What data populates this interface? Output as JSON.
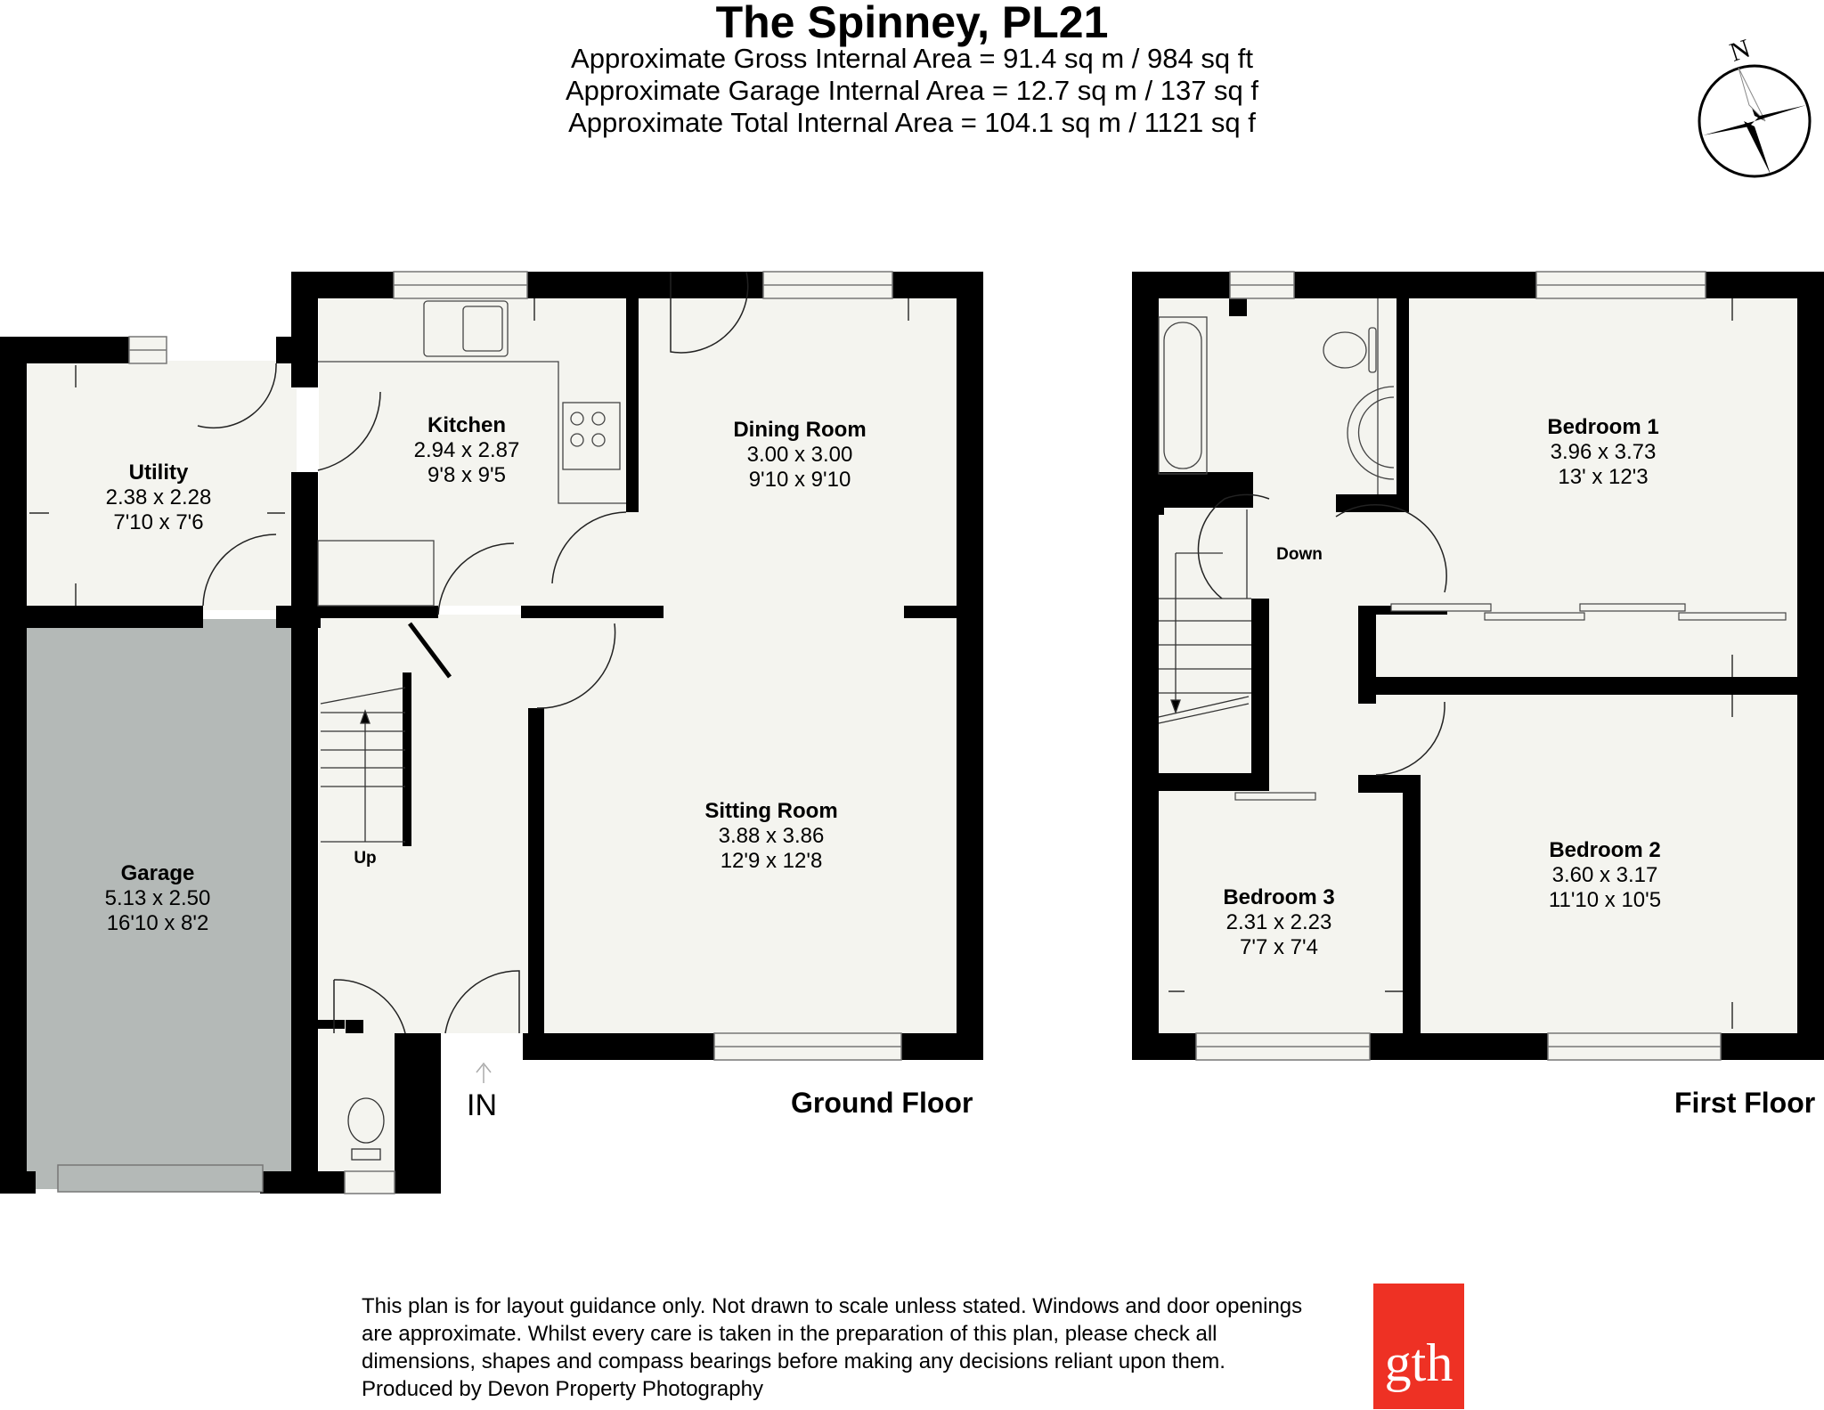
{
  "header": {
    "title": "The Spinney, PL21",
    "areas": [
      "Approximate Gross Internal Area = 91.4 sq m / 984 sq ft",
      "Approximate Garage Internal Area = 12.7 sq m / 137 sq f",
      "Approximate Total Internal Area = 104.1 sq m / 1121 sq f"
    ]
  },
  "compass": {
    "label": "N",
    "icon": "compass-rose-icon"
  },
  "ground_floor": {
    "label": "Ground Floor",
    "entrance": "IN",
    "stairs": "Up",
    "rooms": {
      "utility": {
        "name": "Utility",
        "metric": "2.38 x 2.28",
        "imperial": "7'10 x 7'6"
      },
      "kitchen": {
        "name": "Kitchen",
        "metric": "2.94 x 2.87",
        "imperial": "9'8 x 9'5"
      },
      "dining": {
        "name": "Dining Room",
        "metric": "3.00 x 3.00",
        "imperial": "9'10 x 9'10"
      },
      "sitting": {
        "name": "Sitting Room",
        "metric": "3.88 x 3.86",
        "imperial": "12'9 x 12'8"
      },
      "garage": {
        "name": "Garage",
        "metric": "5.13 x 2.50",
        "imperial": "16'10 x 8'2"
      }
    }
  },
  "first_floor": {
    "label": "First Floor",
    "stairs": "Down",
    "rooms": {
      "bedroom1": {
        "name": "Bedroom 1",
        "metric": "3.96 x 3.73",
        "imperial": "13' x 12'3"
      },
      "bedroom2": {
        "name": "Bedroom 2",
        "metric": "3.60 x 3.17",
        "imperial": "11'10 x 10'5"
      },
      "bedroom3": {
        "name": "Bedroom 3",
        "metric": "2.31 x 2.23",
        "imperial": "7'7 x 7'4"
      }
    }
  },
  "disclaimer": [
    "This plan is for layout guidance only. Not drawn to scale unless stated. Windows and door openings",
    "are approximate. Whilst every care is taken in the preparation of this plan, please check all",
    "dimensions, shapes and compass bearings before making any decisions reliant upon them.",
    "Produced by Devon Property Photography"
  ],
  "logo": {
    "text": "gth",
    "color": "#ee3124"
  },
  "colors": {
    "floor": "#f4f4ef",
    "garage": "#b4b9b7",
    "wall": "#000000"
  }
}
